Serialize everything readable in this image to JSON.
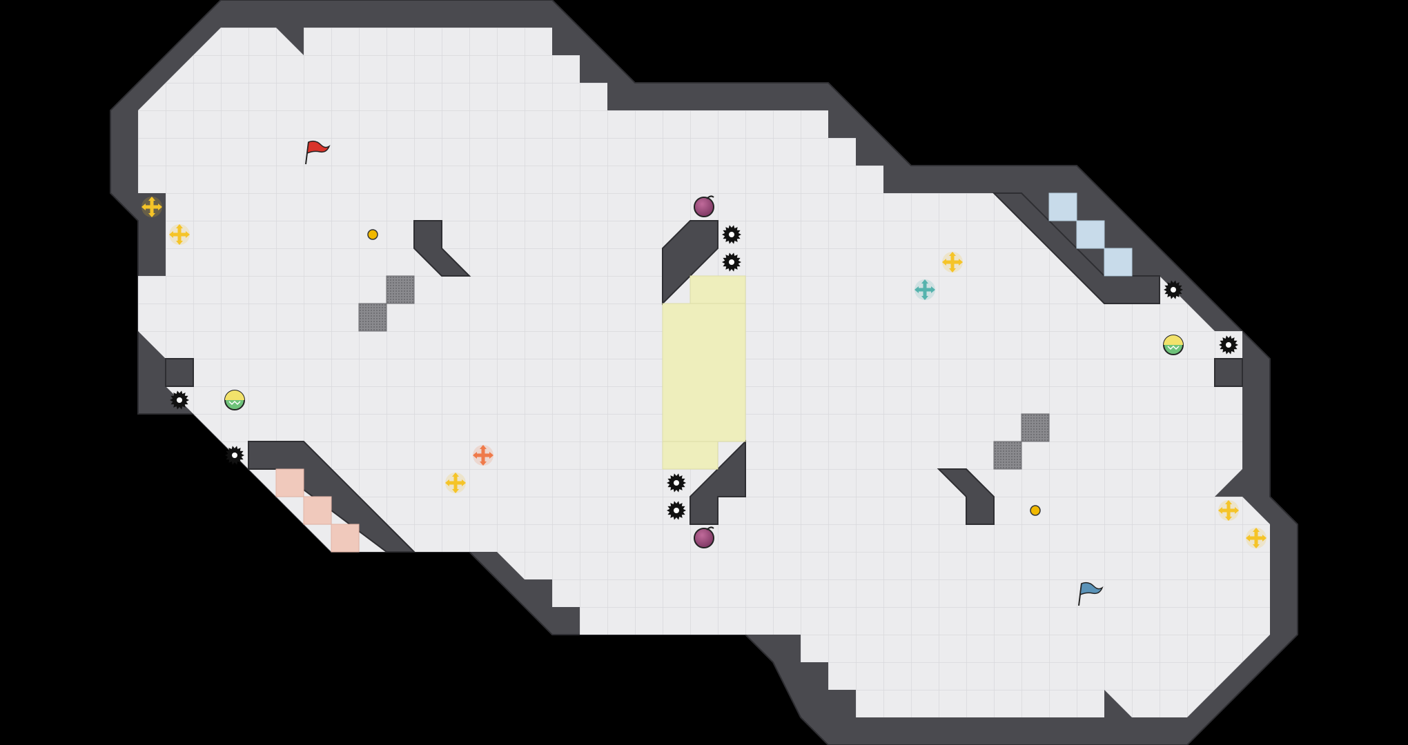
{
  "map": {
    "theme": {
      "background": "#000000",
      "floor": "#ececee",
      "floor_grid": "#d8d8dc",
      "wall": "#4a4a4f",
      "wall_edge": "#2e2e32",
      "zone_yellow": "#eeeebc",
      "zone_red": "#f0c9bc",
      "zone_blue": "#c8dbea",
      "spike": "#111111",
      "bomb": "#9a4a78",
      "token": "#f0b800"
    },
    "flags": [
      {
        "team": "red",
        "color": "#d9342b"
      },
      {
        "team": "blue",
        "color": "#5b93b8"
      }
    ],
    "powerups": [
      {
        "name": "speed-boost",
        "colors": [
          "#f2e26b",
          "#6ec27a"
        ]
      },
      {
        "name": "speed-boost",
        "colors": [
          "#f2e26b",
          "#6ec27a"
        ]
      }
    ],
    "boosts": [
      {
        "team": "neutral",
        "color": "#f5c428"
      },
      {
        "team": "red",
        "color": "#ef7a4a"
      },
      {
        "team": "blue",
        "color": "#55b3ad"
      }
    ]
  }
}
